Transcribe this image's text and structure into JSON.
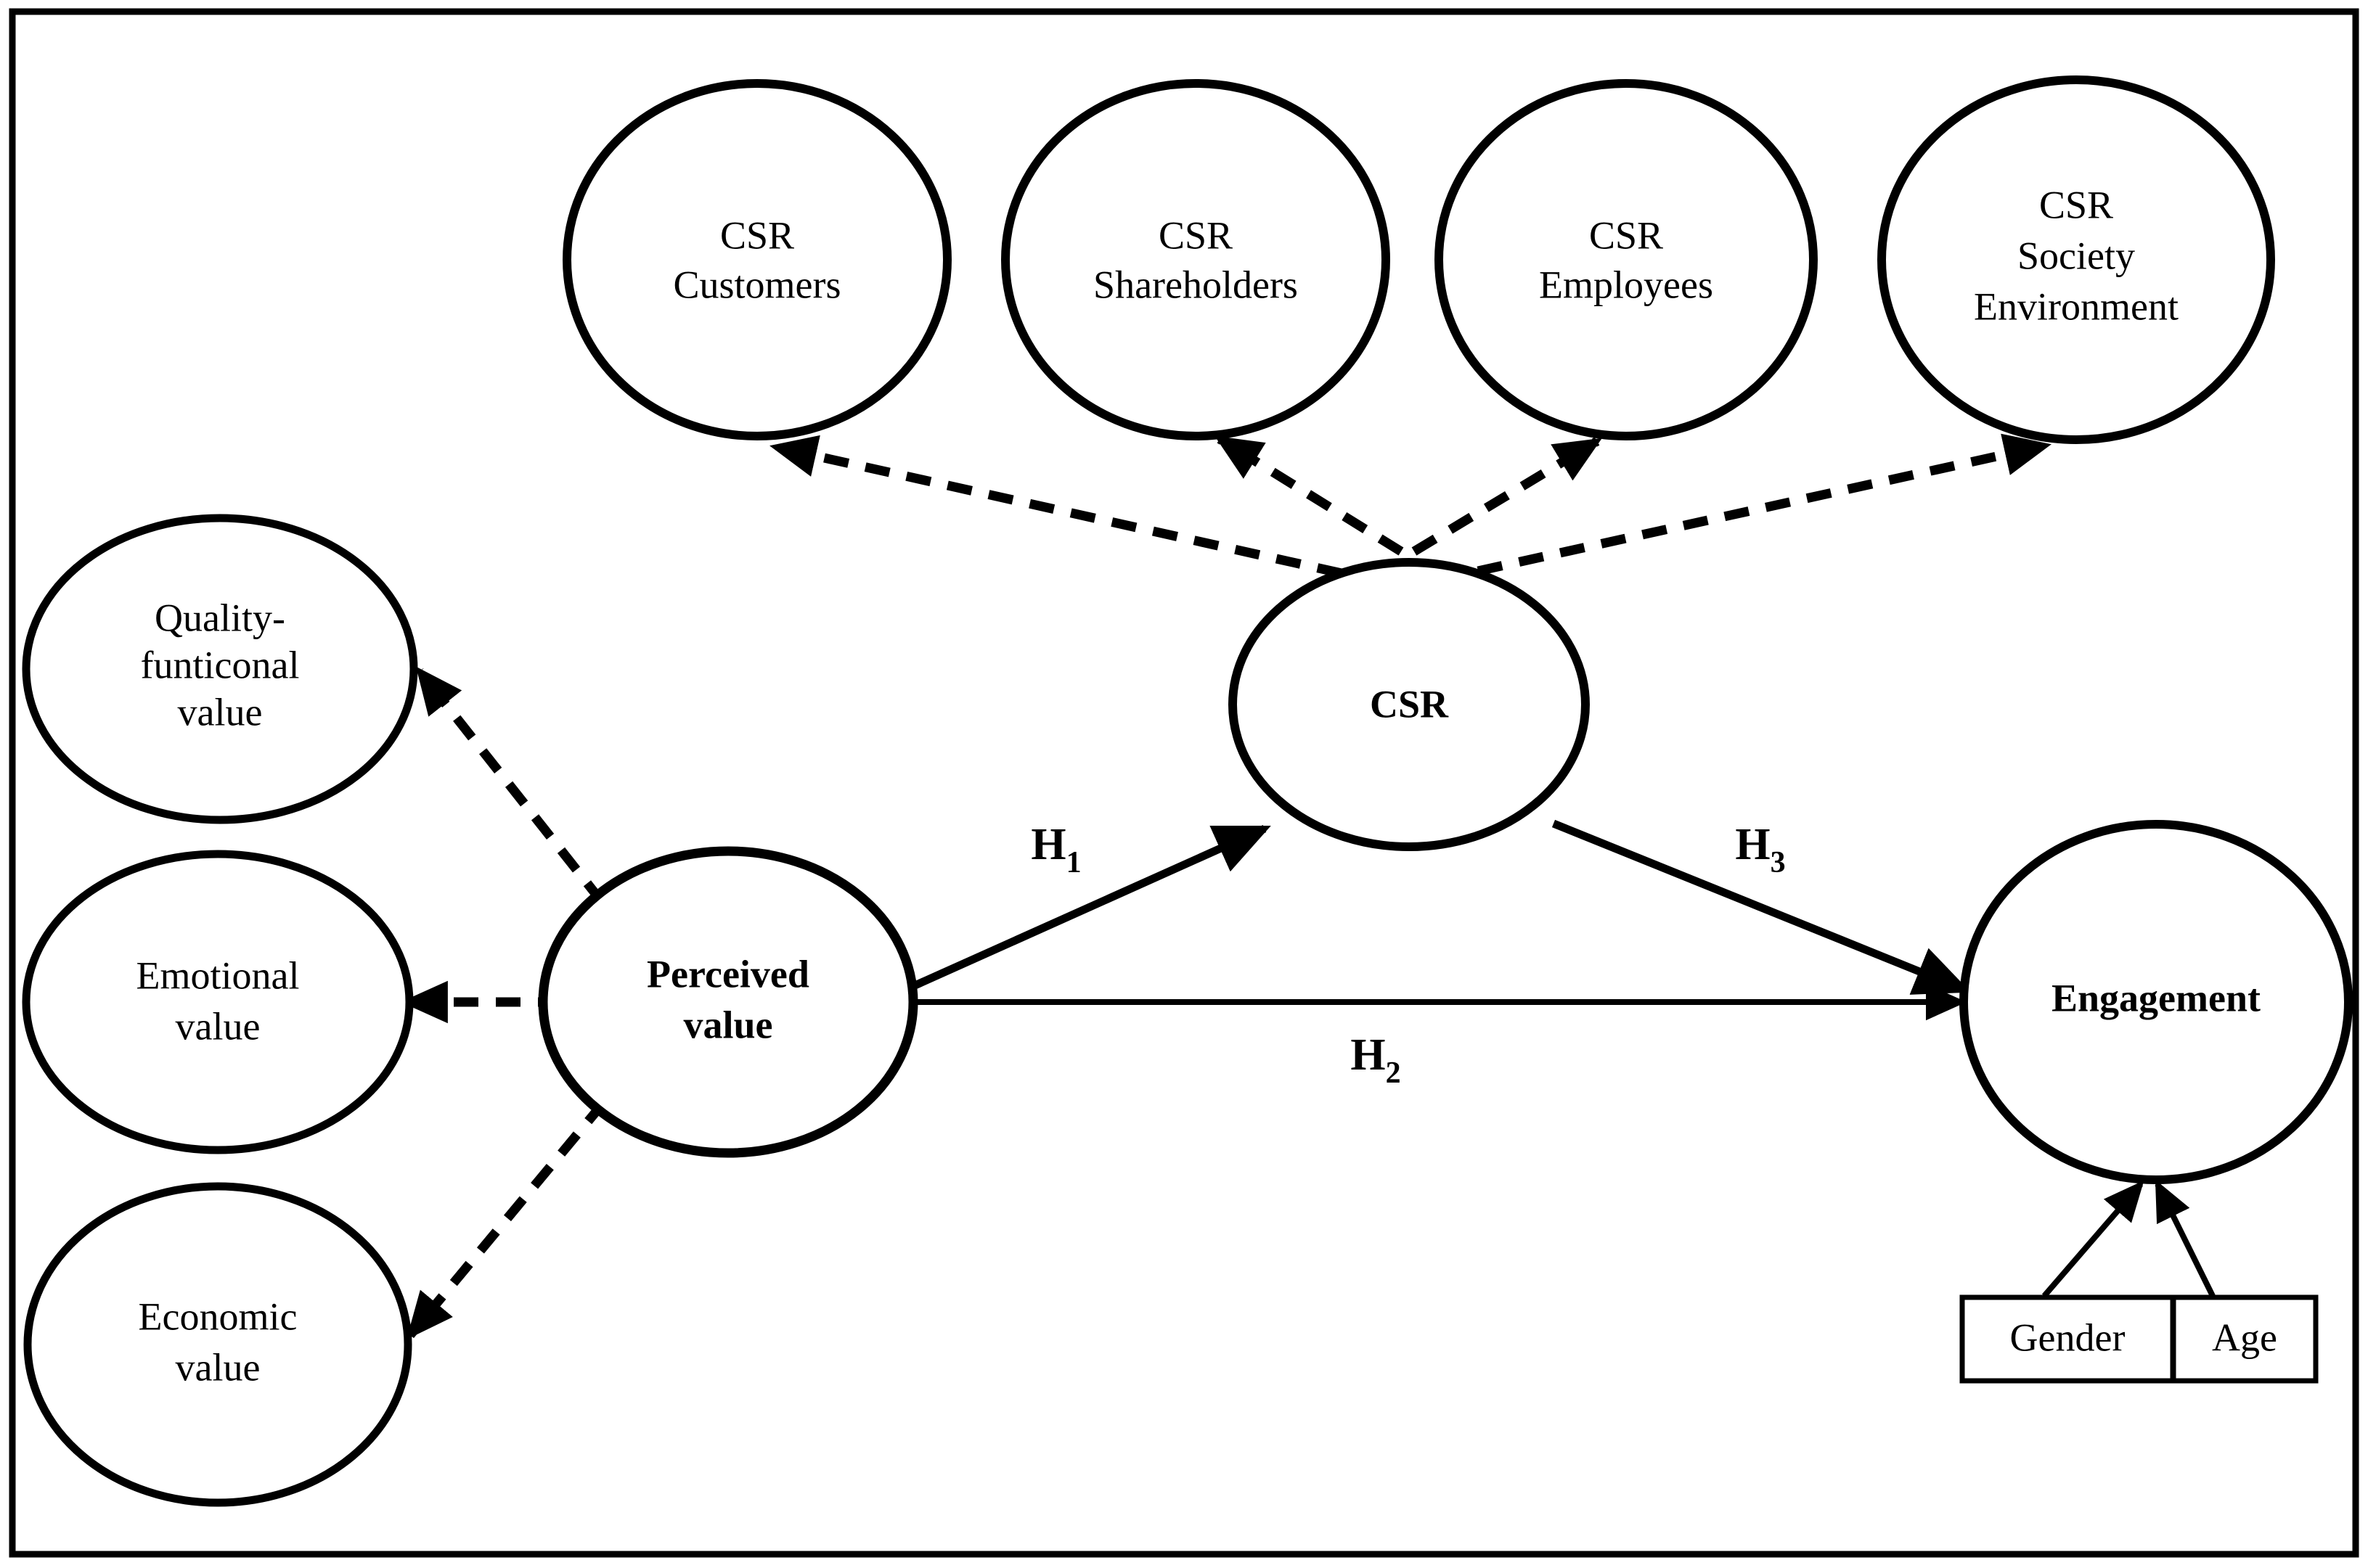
{
  "figure": {
    "type": "conceptual-model-diagram",
    "border_color": "#000000",
    "background_color": "#ffffff",
    "line_color": "#000000"
  },
  "nodes": {
    "csr_customers": {
      "id": "csr-customers",
      "line1": "CSR",
      "line2": "Customers",
      "line3": "",
      "shape": "ellipse",
      "bold": false
    },
    "csr_shareholders": {
      "id": "csr-shareholders",
      "line1": "CSR",
      "line2": "Shareholders",
      "line3": "",
      "shape": "ellipse",
      "bold": false
    },
    "csr_employees": {
      "id": "csr-employees",
      "line1": "CSR",
      "line2": "Employees",
      "line3": "",
      "shape": "ellipse",
      "bold": false
    },
    "csr_society_environment": {
      "id": "csr-society-environment",
      "line1": "CSR",
      "line2": "Society",
      "line3": "Environment",
      "shape": "ellipse",
      "bold": false
    },
    "quality_functional_value": {
      "id": "quality-functional-value",
      "line1": "Quality-",
      "line2": "funticonal",
      "line3": "value",
      "shape": "ellipse",
      "bold": false
    },
    "emotional_value": {
      "id": "emotional-value",
      "line1": "Emotional",
      "line2": "value",
      "line3": "",
      "shape": "ellipse",
      "bold": false
    },
    "economic_value": {
      "id": "economic-value",
      "line1": "Economic",
      "line2": "value",
      "line3": "",
      "shape": "ellipse",
      "bold": false
    },
    "perceived_value": {
      "id": "perceived-value",
      "line1": "Perceived",
      "line2": "value",
      "line3": "",
      "shape": "ellipse",
      "bold": true
    },
    "csr": {
      "id": "csr",
      "line1": "CSR",
      "line2": "",
      "line3": "",
      "shape": "ellipse",
      "bold": true
    },
    "engagement": {
      "id": "engagement",
      "line1": "Engagement",
      "line2": "",
      "line3": "",
      "shape": "ellipse",
      "bold": true
    },
    "gender": {
      "id": "gender",
      "line1": "Gender",
      "shape": "rect",
      "bold": false
    },
    "age": {
      "id": "age",
      "line1": "Age",
      "shape": "rect",
      "bold": false
    }
  },
  "hypotheses": [
    {
      "id": "h1",
      "base": "H",
      "sub": "1",
      "from": "perceived_value",
      "to": "csr",
      "style": "solid"
    },
    {
      "id": "h2",
      "base": "H",
      "sub": "2",
      "from": "perceived_value",
      "to": "engagement",
      "style": "solid"
    },
    {
      "id": "h3",
      "base": "H",
      "sub": "3",
      "from": "csr",
      "to": "engagement",
      "style": "solid"
    }
  ],
  "measurement_links": [
    {
      "from": "csr",
      "to": "csr_customers",
      "style": "dashed"
    },
    {
      "from": "csr",
      "to": "csr_shareholders",
      "style": "dashed"
    },
    {
      "from": "csr",
      "to": "csr_employees",
      "style": "dashed"
    },
    {
      "from": "csr",
      "to": "csr_society_environment",
      "style": "dashed"
    },
    {
      "from": "perceived_value",
      "to": "quality_functional_value",
      "style": "dashed"
    },
    {
      "from": "perceived_value",
      "to": "emotional_value",
      "style": "dashed"
    },
    {
      "from": "perceived_value",
      "to": "economic_value",
      "style": "dashed"
    }
  ],
  "moderator_links": [
    {
      "from": "gender",
      "to": "engagement",
      "style": "solid"
    },
    {
      "from": "age",
      "to": "engagement",
      "style": "solid"
    }
  ]
}
